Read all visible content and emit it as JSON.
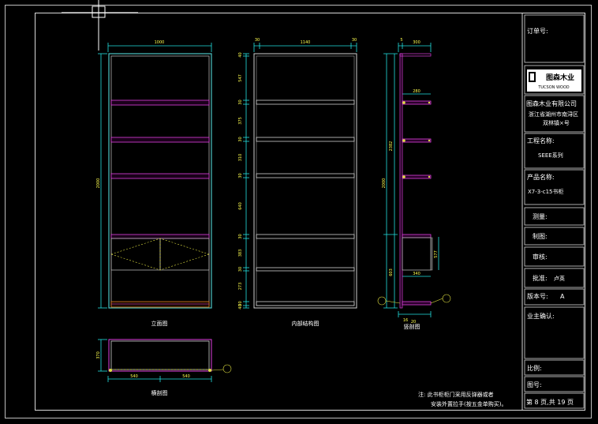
{
  "title_block": {
    "order_no_label": "订单号:",
    "logo_name": "图森木业",
    "logo_en": "TUCSON WOOD",
    "company_name": "图森木业有限公司",
    "company_addr_1": "浙江省湖州市南浔区",
    "company_addr_2": "双林镇×号",
    "project_label": "工程名称:",
    "project_value": "SEEE系列",
    "product_label": "产品名称:",
    "product_value": "X7-3-c15书柜",
    "survey_label": "测量:",
    "draw_label": "制图:",
    "review_label": "审核:",
    "approve_label": "批准:",
    "approve_value": "卢英",
    "version_label": "版本号:",
    "version_value": "A",
    "owner_label": "业主确认:",
    "scale_label": "比例:",
    "drawing_no_label": "图号:",
    "page_info": "第 8 页,共 19 页"
  },
  "views": {
    "front_elevation": "立面图",
    "internal_structure": "内部结构图",
    "side_section": "竖剖图",
    "top_section": "横剖图"
  },
  "dims": {
    "front_width": "1000",
    "front_height": "2000",
    "inner_width": "1140",
    "inner_side_left": "30",
    "inner_side_right": "30",
    "side_depth": "300",
    "side_top": "5",
    "side_shelf": "280",
    "side_upper": "2382",
    "side_total": "2000",
    "side_lower": "603",
    "side_door": "577",
    "side_base": "340",
    "side_bottom_a": "16",
    "side_bottom_b": "20",
    "top_depth": "370",
    "top_half_left": "540",
    "top_half_right": "540",
    "inner_v": [
      "40",
      "547",
      "30",
      "375",
      "30",
      "310",
      "30",
      "640",
      "30",
      "383",
      "30",
      "273",
      "30",
      "40"
    ]
  },
  "note": {
    "line1": "注: 此书柜柜门采用反弹器或者",
    "line2": "安装外置拉手(按五金单购买)。"
  }
}
